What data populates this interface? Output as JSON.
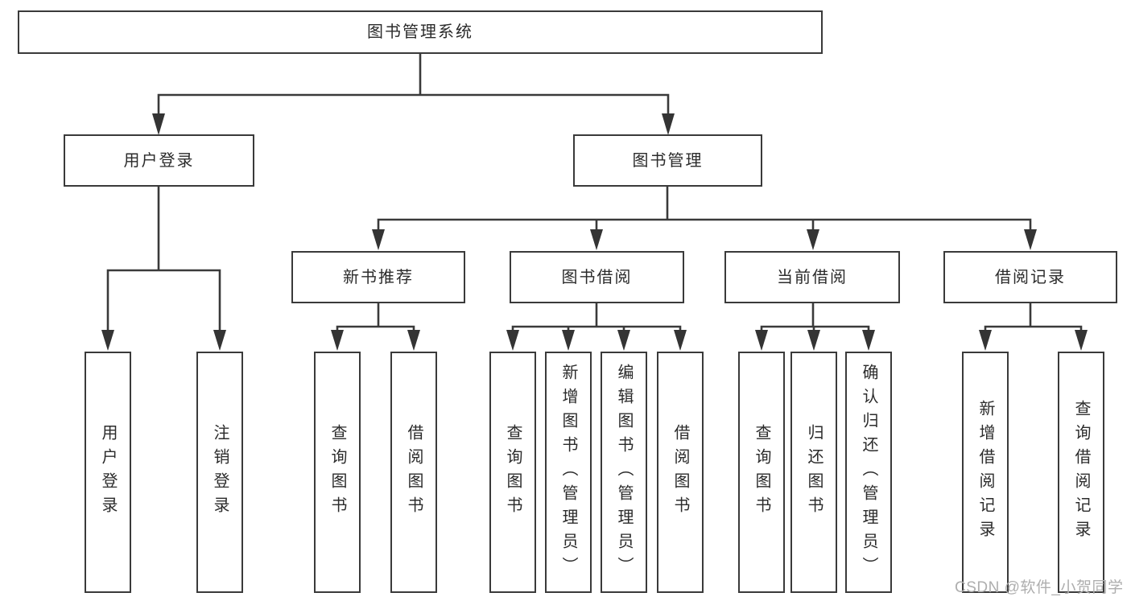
{
  "diagram": {
    "root": {
      "label": "图书管理系统"
    },
    "branches": [
      {
        "label": "用户登录",
        "children": [
          {
            "label": "用户登录"
          },
          {
            "label": "注销登录"
          }
        ]
      },
      {
        "label": "图书管理",
        "children": [
          {
            "label": "新书推荐",
            "children": [
              {
                "label": "查询图书"
              },
              {
                "label": "借阅图书"
              }
            ]
          },
          {
            "label": "图书借阅",
            "children": [
              {
                "label": "查询图书"
              },
              {
                "label": "新增图书（管理员）"
              },
              {
                "label": "编辑图书（管理员）"
              },
              {
                "label": "借阅图书"
              }
            ]
          },
          {
            "label": "当前借阅",
            "children": [
              {
                "label": "查询图书"
              },
              {
                "label": "归还图书"
              },
              {
                "label": "确认归还（管理员）"
              }
            ]
          },
          {
            "label": "借阅记录",
            "children": [
              {
                "label": "新增借阅记录"
              },
              {
                "label": "查询借阅记录"
              }
            ]
          }
        ]
      }
    ]
  },
  "watermark": {
    "text": "CSDN @软件_小贺同学"
  },
  "colors": {
    "line": "#3a3a3a",
    "box_border": "#3a3a3a",
    "text": "#2b2b2b",
    "watermark": "#aeaeae",
    "background": "#ffffff"
  }
}
